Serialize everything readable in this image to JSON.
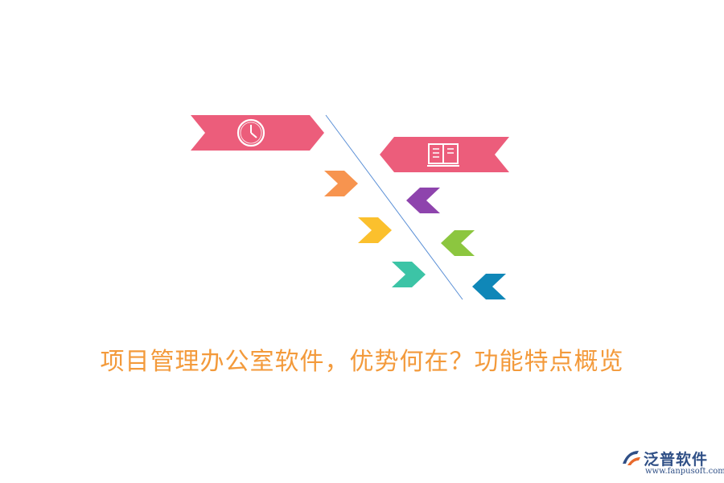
{
  "title": "项目管理办公室软件，优势何在？功能特点概览",
  "brand": {
    "name": "泛普软件",
    "url": "www.fanpusoft.com"
  },
  "colors": {
    "pink": "#ec5d7b",
    "orange": "#f7944f",
    "yellow": "#fbc02d",
    "teal": "#3cc4a6",
    "purple": "#8e44ad",
    "green": "#8cc63f",
    "blue": "#0f87b8",
    "spine": "#5a8fd6",
    "title": "#f39a3b",
    "brand": "#2f4f86"
  },
  "icons": {
    "left_banner": "clock-icon",
    "right_banner": "book-icon"
  }
}
